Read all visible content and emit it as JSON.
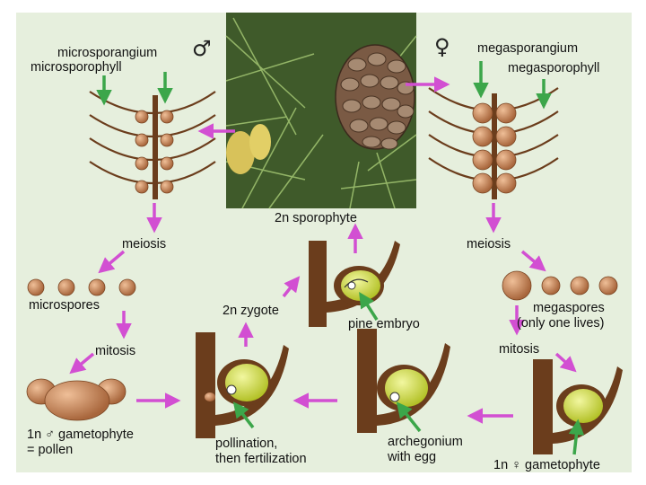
{
  "symbols": {
    "male": "♂",
    "female": "♀"
  },
  "labels": {
    "microsporangium": "microsporangium",
    "microsporophyll": "microsporophyll",
    "megasporangium": "megasporangium",
    "megasporophyll": "megasporophyll",
    "sporophyte": "2n sporophyte",
    "meiosis_left": "meiosis",
    "meiosis_right": "meiosis",
    "microspores": "microspores",
    "megaspores_1": "megaspores",
    "megaspores_2": "(only one lives)",
    "mitosis_left": "mitosis",
    "mitosis_right": "mitosis",
    "zygote": "2n zygote",
    "pine_embryo": "pine embryo",
    "male_gametophyte_1": "1n ♂ gametophyte",
    "male_gametophyte_2": "= pollen",
    "pollination_1": "pollination,",
    "pollination_2": "then fertilization",
    "archegonium_1": "archegonium",
    "archegonium_2": "with egg",
    "female_gametophyte": "1n ♀ gametophyte"
  },
  "colors": {
    "background": "#e6efdd",
    "stalk": "#6b3d1c",
    "sporangium": "#c98a5e",
    "ovule": "#d4e04a",
    "arrow_magenta": "#d24fd2",
    "arrow_green": "#3ca64a"
  }
}
